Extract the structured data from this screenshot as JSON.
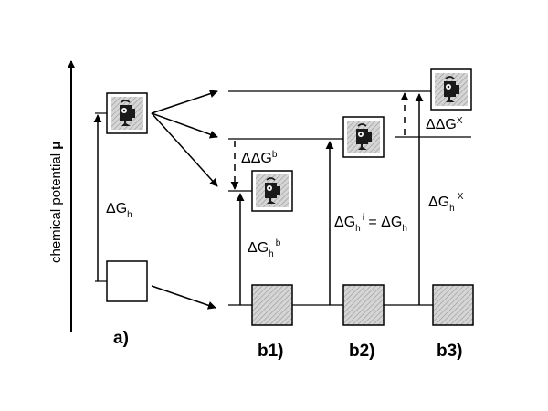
{
  "axis": {
    "label_text": "chemical potential",
    "label_symbol": "μ"
  },
  "panels": {
    "a": "a)",
    "b1": "b1)",
    "b2": "b2)",
    "b3": "b3)"
  },
  "energies": {
    "dG_h": {
      "main": "ΔG",
      "sub": "h"
    },
    "ddG_b": {
      "main": "ΔΔG",
      "sup": "b"
    },
    "dG_h_b": {
      "main": "ΔG",
      "sub": "h",
      "sup": "b"
    },
    "dG_h_i": {
      "main": "ΔG",
      "sub": "h",
      "sup": "i",
      "eq": " = ΔG",
      "eq_sub": "h"
    },
    "ddG_x": {
      "main": "ΔΔG",
      "sup": "X"
    },
    "dG_h_x": {
      "main": "ΔG",
      "sub": "h",
      "sup": "X"
    }
  },
  "icons": {
    "bound_complex": "hydrated-complex-icon",
    "hatched_box": "hatched-site-icon",
    "empty_box": "empty-site-icon"
  }
}
